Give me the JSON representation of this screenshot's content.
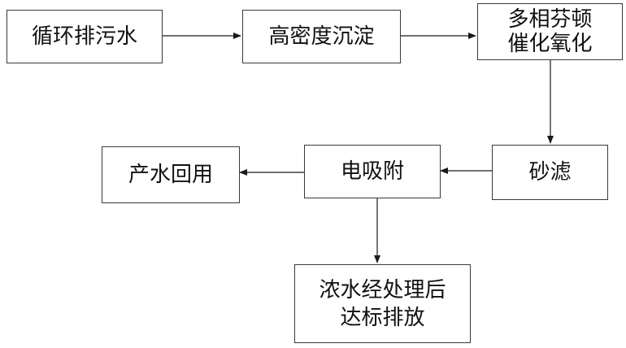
{
  "diagram": {
    "nodes": [
      {
        "id": "circulating-discharge-water",
        "lines": [
          "循环排污水"
        ]
      },
      {
        "id": "high-density-sedimentation",
        "lines": [
          "高密度沉淀"
        ]
      },
      {
        "id": "multiphase-fenton-oxidation",
        "lines": [
          "多相芬顿",
          "催化氧化"
        ]
      },
      {
        "id": "sand-filtration",
        "lines": [
          "砂滤"
        ]
      },
      {
        "id": "electro-adsorption",
        "lines": [
          "电吸附"
        ]
      },
      {
        "id": "produced-water-reuse",
        "lines": [
          "产水回用"
        ]
      },
      {
        "id": "concentrate-treated-discharge",
        "lines": [
          "浓水经处理后",
          "达标排放"
        ]
      }
    ],
    "edges": [
      {
        "from": "circulating-discharge-water",
        "to": "high-density-sedimentation"
      },
      {
        "from": "high-density-sedimentation",
        "to": "multiphase-fenton-oxidation"
      },
      {
        "from": "multiphase-fenton-oxidation",
        "to": "sand-filtration"
      },
      {
        "from": "sand-filtration",
        "to": "electro-adsorption"
      },
      {
        "from": "electro-adsorption",
        "to": "produced-water-reuse"
      },
      {
        "from": "electro-adsorption",
        "to": "concentrate-treated-discharge"
      }
    ],
    "colors": {
      "line": "#1a1a1a",
      "border": "#3a3a3a",
      "text": "#111111",
      "background": "#ffffff"
    }
  }
}
